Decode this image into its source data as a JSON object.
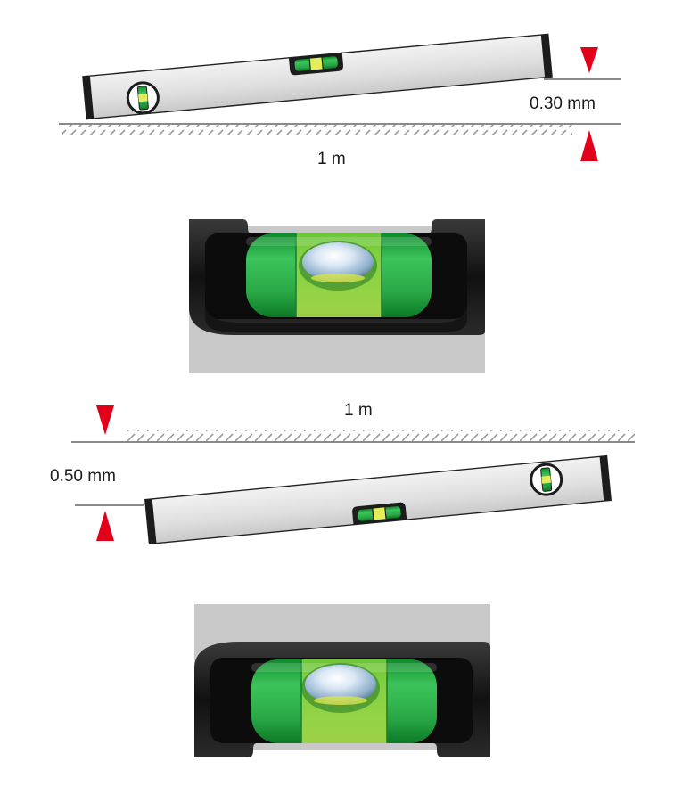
{
  "diagram1": {
    "distance_label": "1 m",
    "height_label": "0.30 mm"
  },
  "diagram2": {
    "distance_label": "1 m",
    "height_label": "0.50 mm"
  },
  "colors": {
    "marker_red": "#e3001b",
    "vial_green": "#2fb34a",
    "bubble_yellow": "#d8e64a",
    "housing_black": "#1c1c1c",
    "level_body": "#e2e2e2",
    "panel_grey": "#cdcdcd"
  }
}
